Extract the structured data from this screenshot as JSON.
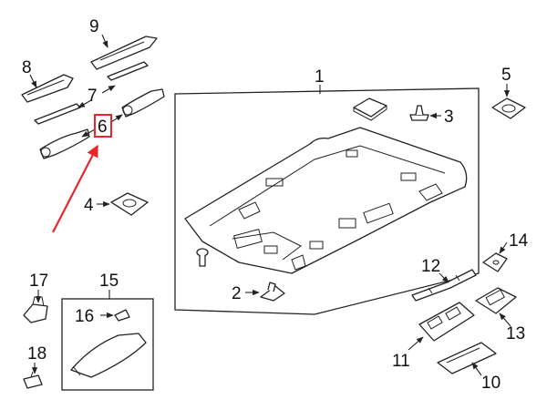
{
  "callouts": {
    "c1": "1",
    "c2": "2",
    "c3": "3",
    "c4": "4",
    "c5": "5",
    "c6": "6",
    "c7": "7",
    "c8": "8",
    "c9": "9",
    "c10": "10",
    "c11": "11",
    "c12": "12",
    "c13": "13",
    "c14": "14",
    "c15": "15",
    "c16": "16",
    "c17": "17",
    "c18": "18"
  },
  "highlight": {
    "callout": "6",
    "color": "#e8262b"
  },
  "colors": {
    "line": "#222222",
    "background": "#ffffff"
  }
}
